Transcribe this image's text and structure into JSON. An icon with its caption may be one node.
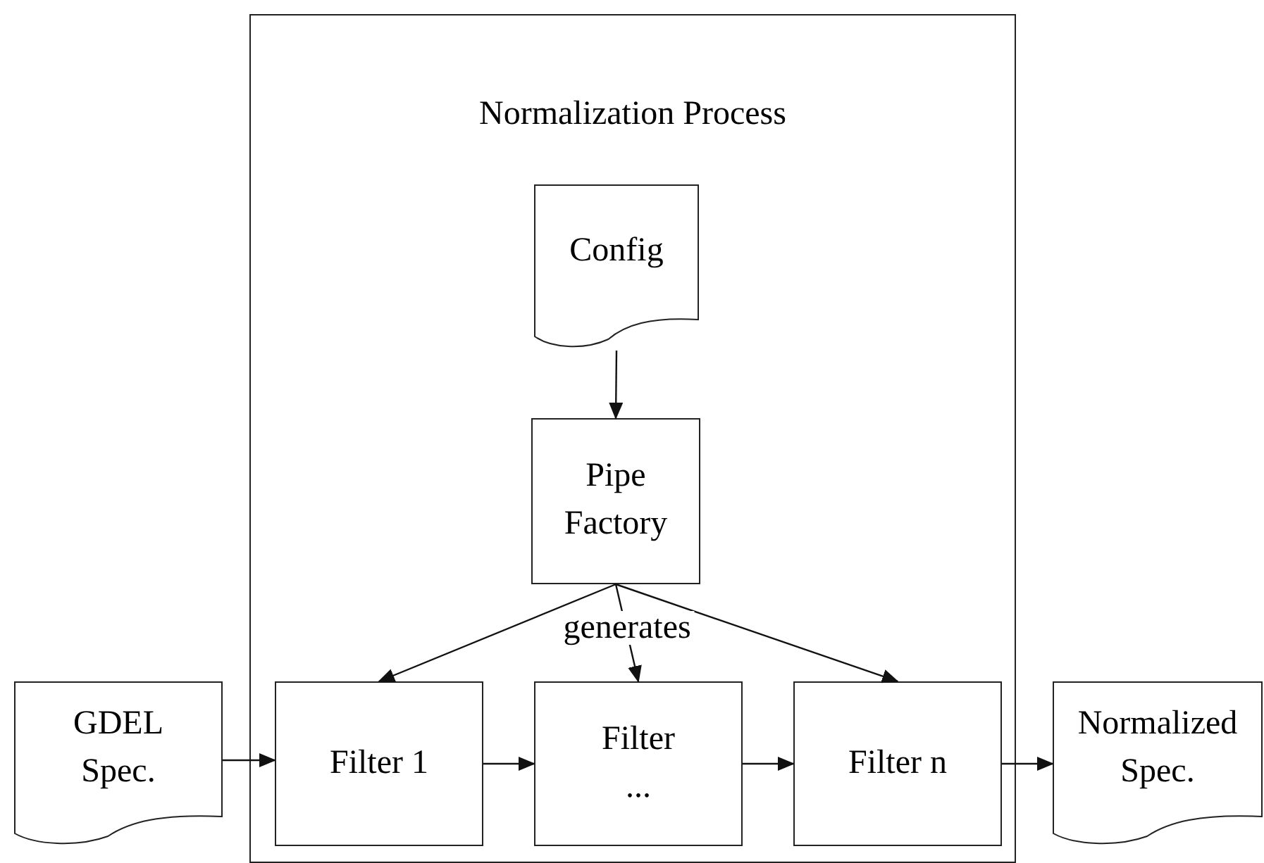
{
  "diagram": {
    "nodes": [
      {
        "text": [
          "Normalization Process"
        ]
      },
      {
        "text": [
          "Config"
        ],
        "in": 0
      },
      {
        "text": [
          "Pipe Factory"
        ],
        "in": 0
      },
      {
        "text": [
          "GDEL Spec."
        ]
      },
      {
        "text": [
          "Filter 1"
        ],
        "in": 0
      },
      {
        "text": [
          "Filter ..."
        ],
        "in": 0
      },
      {
        "text": [
          "Filter n"
        ],
        "in": 0
      },
      {
        "text": [
          "Normalized Spec."
        ]
      }
    ],
    "edges": [
      {
        "from": 1,
        "to": 2,
        "arrow": "to"
      },
      {
        "from": 2,
        "to": 4,
        "arrow": "to"
      },
      {
        "from": 2,
        "to": 5,
        "arrow": "to",
        "label": "generates"
      },
      {
        "from": 2,
        "to": 6,
        "arrow": "to"
      },
      {
        "from": 3,
        "to": 4,
        "arrow": "to"
      },
      {
        "from": 4,
        "to": 5,
        "arrow": "to"
      },
      {
        "from": 5,
        "to": 6,
        "arrow": "to"
      },
      {
        "from": 6,
        "to": 7,
        "arrow": "to"
      }
    ]
  }
}
